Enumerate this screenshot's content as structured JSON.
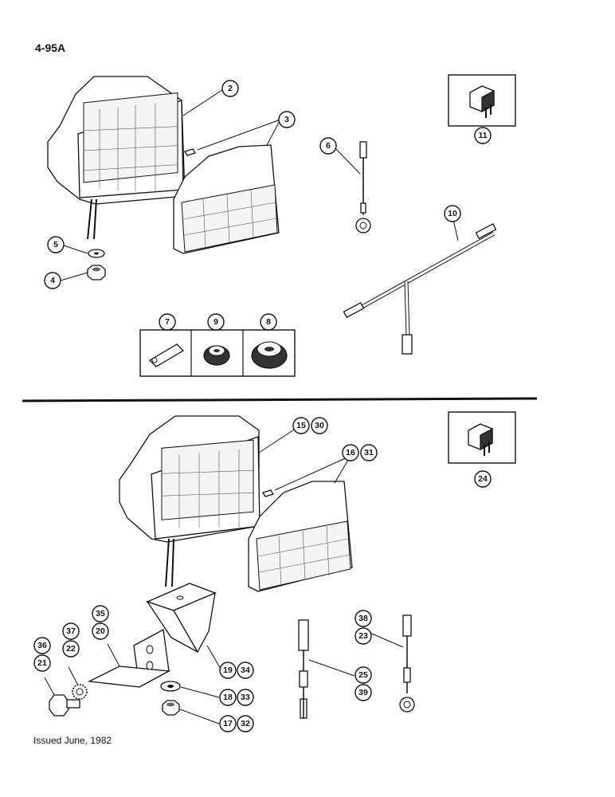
{
  "header": {
    "page_number": "4-95A"
  },
  "footer": {
    "issued": "Issued June, 1982"
  },
  "callouts": {
    "c2": "2",
    "c3": "3",
    "c4": "4",
    "c5": "5",
    "c6": "6",
    "c7": "7",
    "c8": "8",
    "c9": "9",
    "c10": "10",
    "c11": "11",
    "c15": "15",
    "c30": "30",
    "c16": "16",
    "c31": "31",
    "c24": "24",
    "c35": "35",
    "c20": "20",
    "c37": "37",
    "c22": "22",
    "c36": "36",
    "c21": "21",
    "c19": "19",
    "c34": "34",
    "c18": "18",
    "c33": "33",
    "c17": "17",
    "c32": "32",
    "c25": "25",
    "c39": "39",
    "c38": "38",
    "c23": "23"
  }
}
